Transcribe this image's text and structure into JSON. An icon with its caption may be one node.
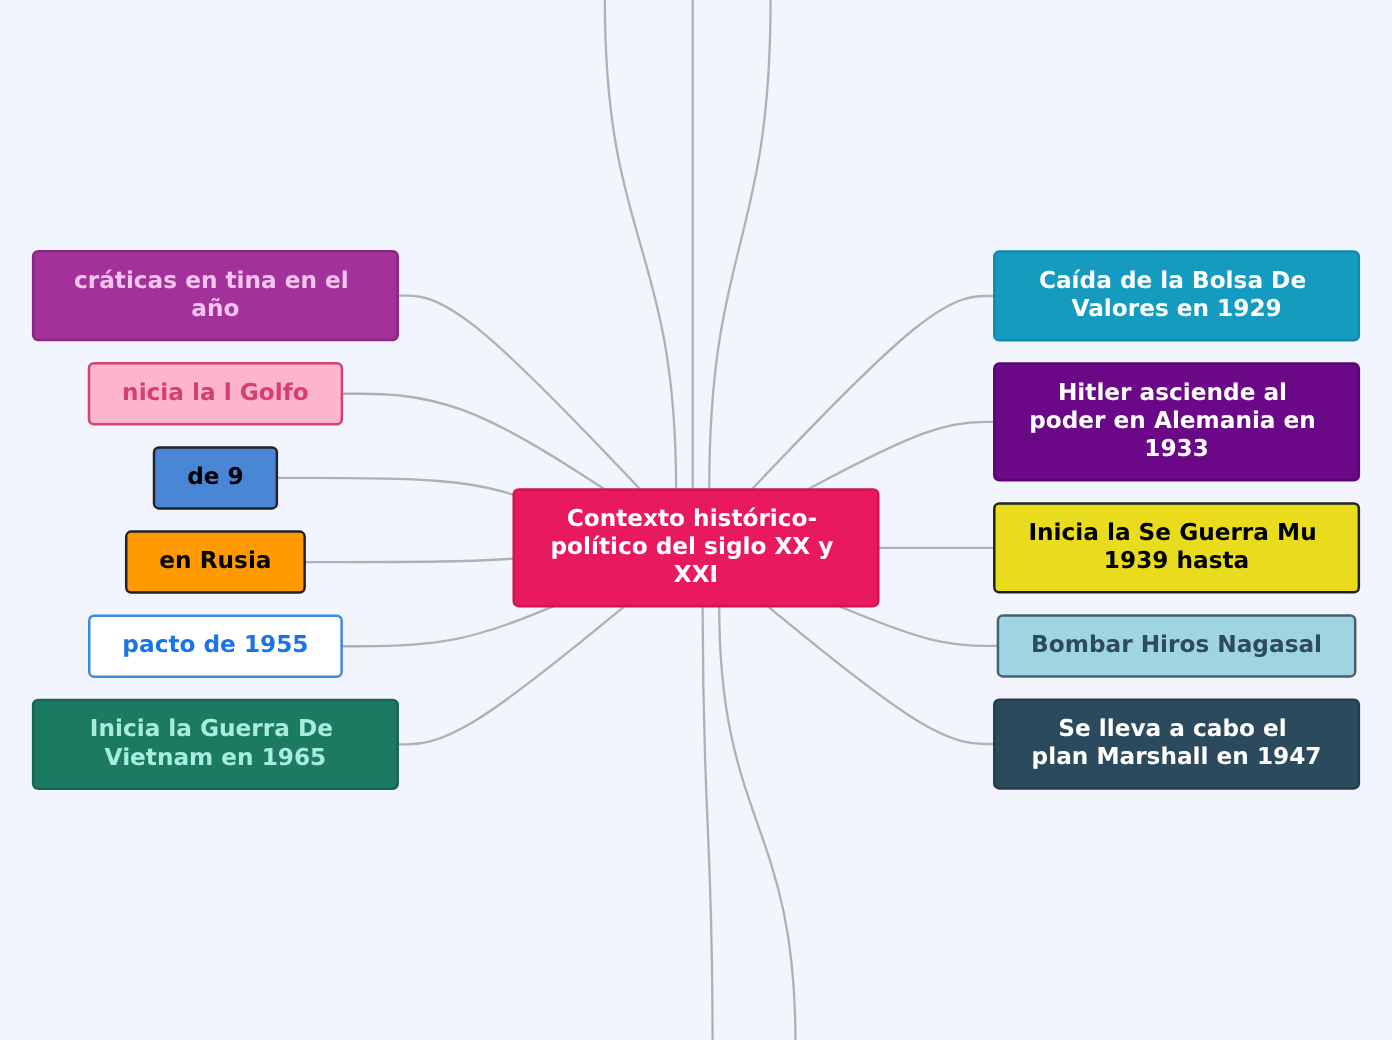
{
  "diagram": {
    "nodes": [
      {
        "text": [
          "Contexto histórico- político del siglo XX y XXI"
        ]
      },
      {
        "text": [
          "cráticas en tina en el año"
        ]
      },
      {
        "text": [
          "Caída de la Bolsa De Valores en 1929"
        ]
      },
      {
        "text": [
          "nicia la l Golfo"
        ]
      },
      {
        "text": [
          "Hitler asciende al poder en Alemania en 1933"
        ]
      },
      {
        "text": [
          "de 9"
        ]
      },
      {
        "text": [
          "Inicia la Se Guerra Mu 1939 hasta"
        ]
      },
      {
        "text": [
          "en Rusia"
        ]
      },
      {
        "text": [
          "Bombar Hiros Nagasal"
        ]
      },
      {
        "text": [
          "pacto de 1955"
        ]
      },
      {
        "text": [
          "Se lleva a cabo el plan Marshall en 1947"
        ]
      },
      {
        "text": [
          "Inicia la Guerra De Vietnam en 1965"
        ]
      }
    ],
    "edges": [
      {
        "from": 1,
        "to": 0,
        "arrow": "none"
      },
      {
        "from": 0,
        "to": 2,
        "arrow": "none"
      },
      {
        "from": 3,
        "to": 0,
        "arrow": "none"
      },
      {
        "from": 0,
        "to": 4,
        "arrow": "none"
      },
      {
        "from": 5,
        "to": 0,
        "arrow": "none"
      },
      {
        "from": 0,
        "to": 6,
        "arrow": "none"
      },
      {
        "from": 7,
        "to": 0,
        "arrow": "none"
      },
      {
        "from": 0,
        "to": 8,
        "arrow": "none"
      },
      {
        "from": 9,
        "to": 0,
        "arrow": "none"
      },
      {
        "from": 0,
        "to": 10,
        "arrow": "none"
      },
      {
        "from": 11,
        "to": 0,
        "arrow": "none"
      },
      {
        "from": 0,
        "to": null,
        "arrow": "none"
      },
      {
        "from": 0,
        "to": null,
        "arrow": "none"
      },
      {
        "from": 0,
        "to": null,
        "arrow": "none"
      },
      {
        "from": 0,
        "to": null,
        "arrow": "none"
      },
      {
        "from": 0,
        "to": null,
        "arrow": "none"
      }
    ]
  }
}
